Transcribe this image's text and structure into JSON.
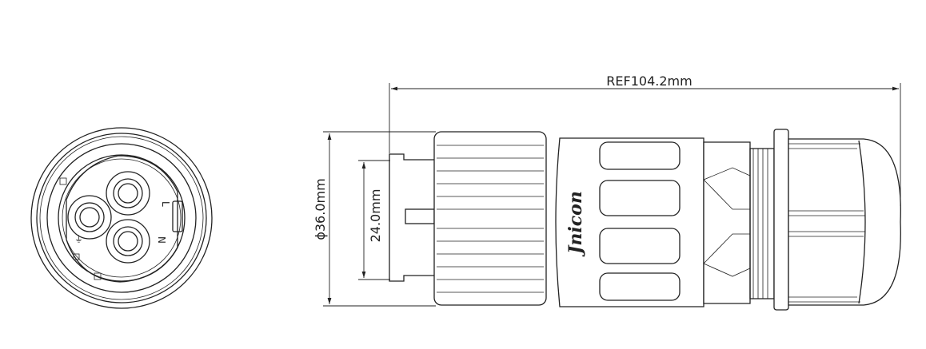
{
  "dimensions": {
    "overall_length": "REF104.2mm",
    "outer_diameter": "ϕ36.0mm",
    "inner_diameter": "24.0mm"
  },
  "brand": "Jnicon",
  "pin_labels": {
    "live": "L",
    "neutral": "N",
    "earth": "⏚"
  }
}
